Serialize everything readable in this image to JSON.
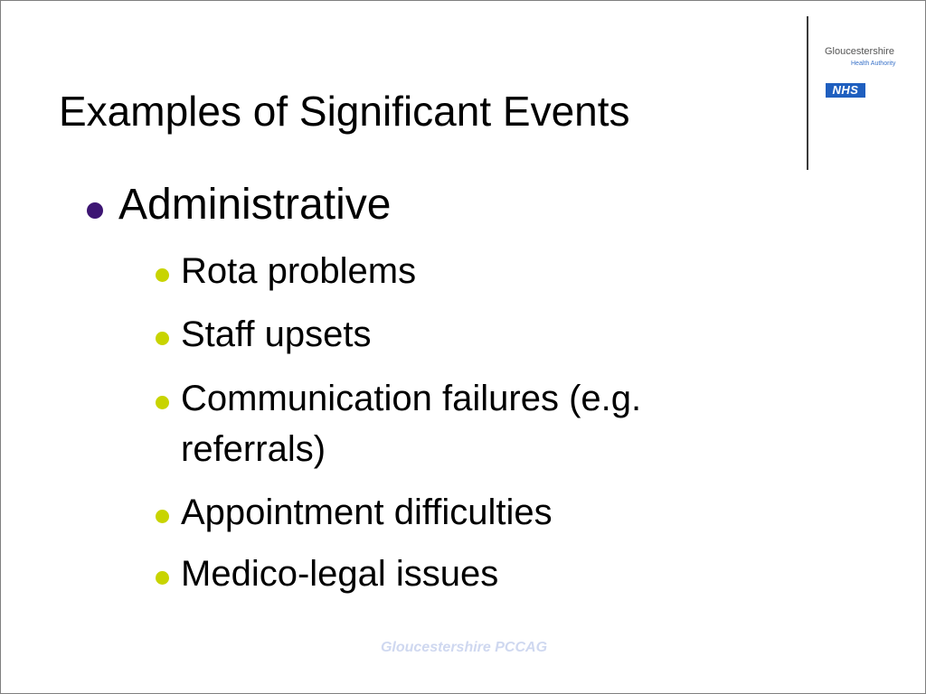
{
  "slide": {
    "title": "Examples of Significant Events",
    "footer": "Gloucestershire PCCAG"
  },
  "logo": {
    "organisation": "Gloucestershire",
    "subtitle": "Health Authority",
    "nhs": "NHS"
  },
  "bullets": {
    "heading": "Administrative",
    "items": [
      "Rota problems",
      "Staff upsets",
      "Communication failures (e.g.",
      "referrals)",
      "Appointment difficulties",
      "Medico-legal issues"
    ]
  },
  "colors": {
    "primary_bullet": "#3d1573",
    "secondary_bullet": "#c8d400",
    "nhs_blue": "#1f5fbf",
    "footer_text": "#cfd8f0"
  }
}
